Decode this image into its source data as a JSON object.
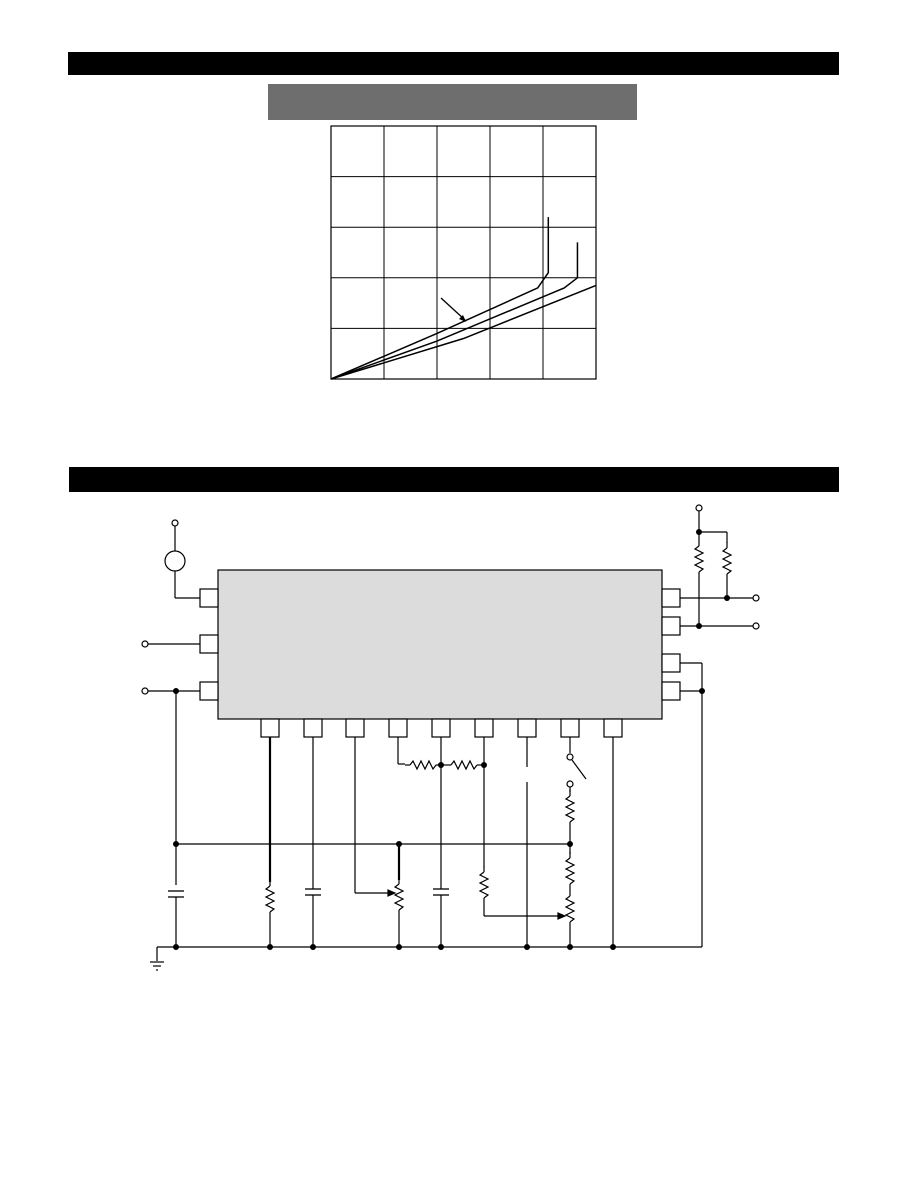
{
  "colors": {
    "header_bar": "#000000",
    "chart_title_box": "#6e6e6e",
    "ic_body": "#dcdcdc",
    "line": "#000000"
  },
  "chart_data": {
    "type": "line",
    "grid": true,
    "grid_columns": 5,
    "grid_rows": 5,
    "title": "",
    "xlabel": "",
    "ylabel": "",
    "series": [
      {
        "x": [
          0,
          2.0,
          3.9,
          4.1,
          4.1
        ],
        "y": [
          0,
          0.9,
          1.8,
          2.1,
          3.2
        ]
      },
      {
        "x": [
          0,
          2.0,
          4.4,
          4.65,
          4.65
        ],
        "y": [
          0,
          0.75,
          1.8,
          2.0,
          2.7
        ]
      },
      {
        "x": [
          0,
          2.5,
          5.0
        ],
        "y": [
          0,
          0.8,
          1.85
        ]
      }
    ]
  },
  "diagram": {
    "ic_left_pins": 3,
    "ic_right_pins": 4,
    "ic_bottom_pins": 9,
    "icons": [
      "source-icon",
      "resistor-icon",
      "capacitor-icon",
      "potentiometer-icon",
      "switch-icon",
      "ground-icon",
      "terminal-icon"
    ]
  }
}
